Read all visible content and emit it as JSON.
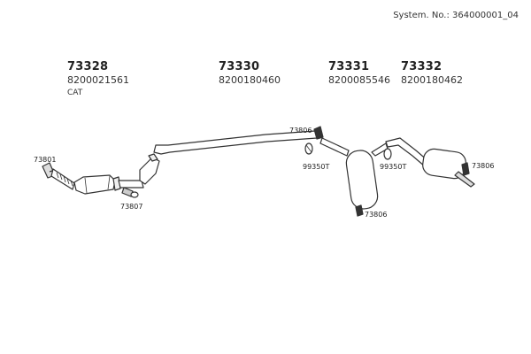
{
  "header": {
    "system_no": "System. No.: 364000001_04"
  },
  "parts": [
    {
      "number": "73328",
      "oe": "8200021561",
      "note": "CAT"
    },
    {
      "number": "73330",
      "oe": "8200180460"
    },
    {
      "number": "73331",
      "oe": "8200085546"
    },
    {
      "number": "73332",
      "oe": "8200180462"
    }
  ],
  "callouts": {
    "c73801": "73801",
    "c73807": "73807",
    "c73806_top": "73806",
    "c99350t_left": "99350T",
    "c99350t_right": "99350T",
    "c73806_bottom": "73806",
    "c73806_right": "73806"
  }
}
